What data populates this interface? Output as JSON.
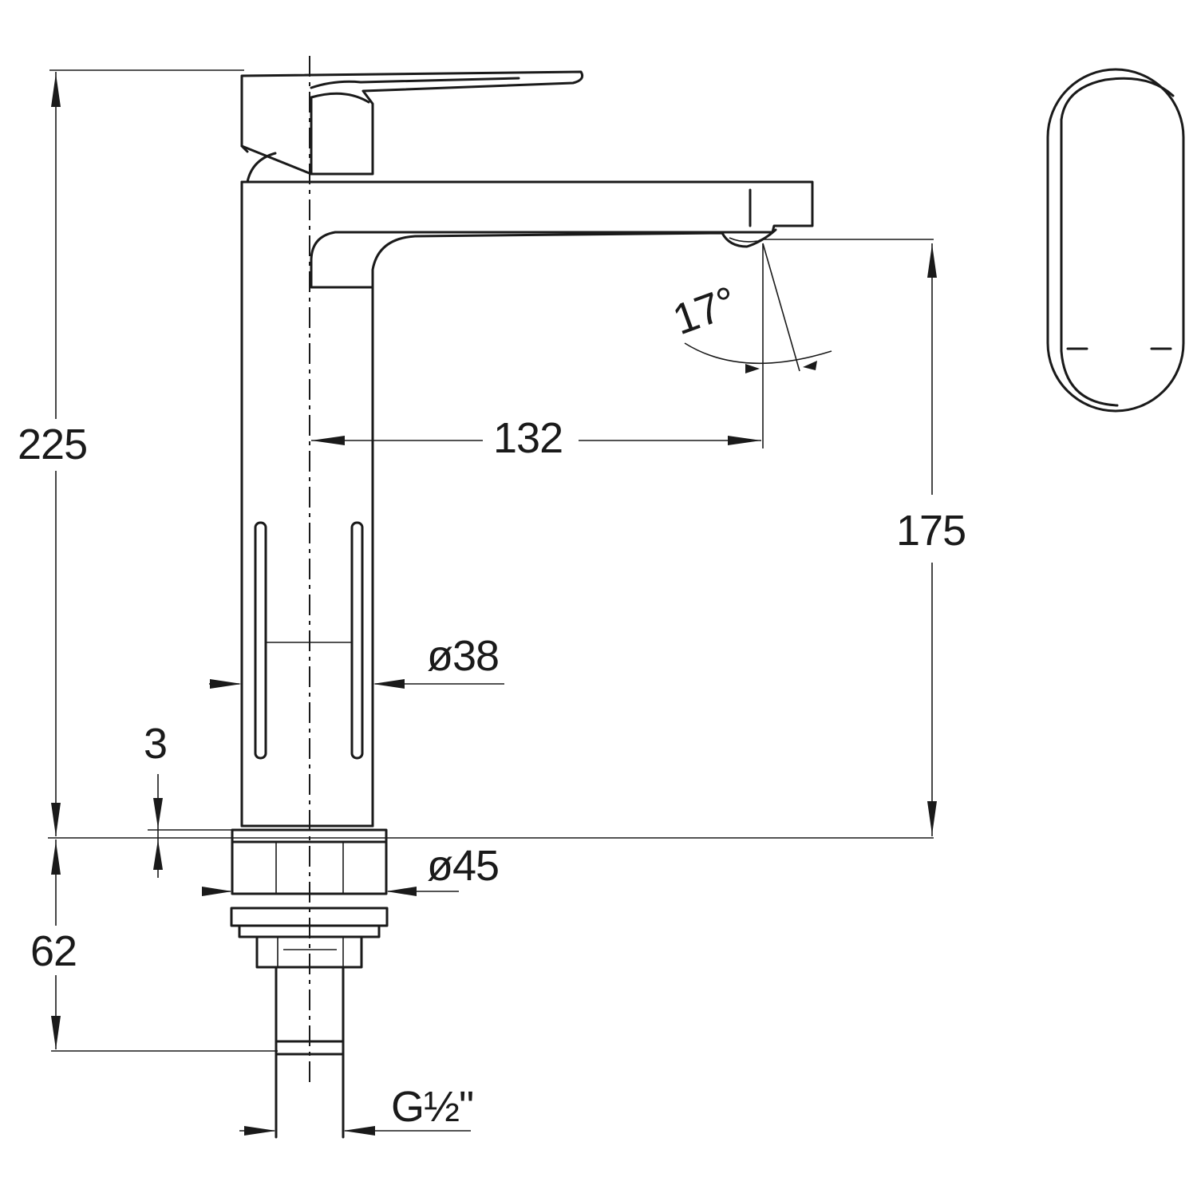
{
  "dimensions": {
    "total_height": "225",
    "spout_height": "175",
    "spout_reach": "132",
    "body_diameter": "ø38",
    "base_diameter": "ø45",
    "base_plate": "3",
    "shank_length": "62",
    "thread": "G½\"",
    "spray_angle": "17°"
  },
  "views": {
    "side": "tap-side-elevation",
    "top": "handle-top-view"
  }
}
